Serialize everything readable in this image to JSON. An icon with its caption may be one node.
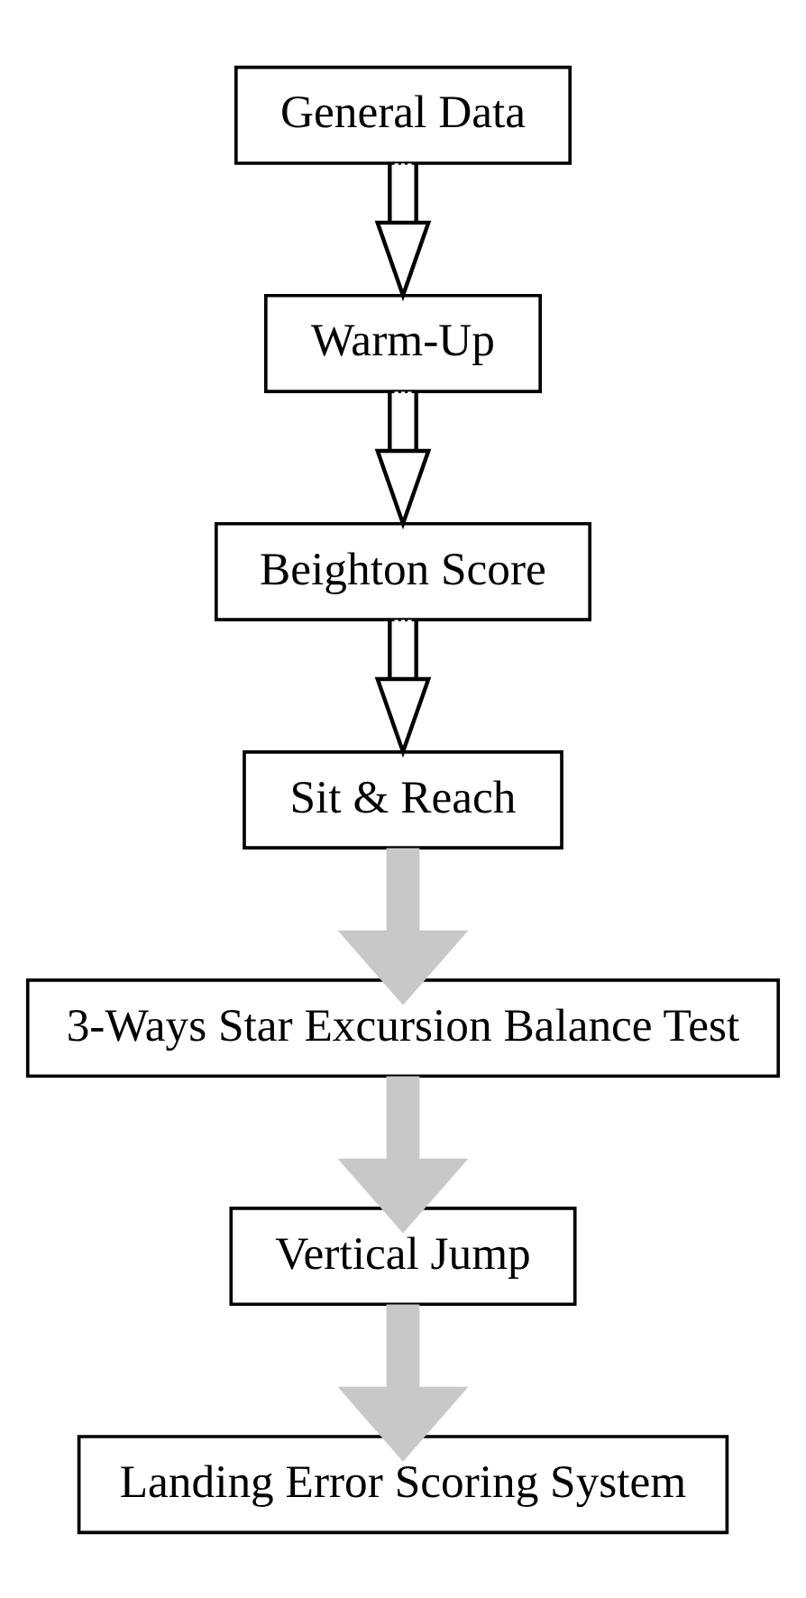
{
  "diagram": {
    "nodes": [
      {
        "text": [
          "General Data"
        ]
      },
      {
        "text": [
          "Warm-Up"
        ]
      },
      {
        "text": [
          "Beighton Score"
        ]
      },
      {
        "text": [
          "Sit & Reach"
        ]
      },
      {
        "text": [
          "3-Ways Star Excursion Balance Test"
        ]
      },
      {
        "text": [
          "Vertical Jump"
        ]
      },
      {
        "text": [
          "Landing Error Scoring System"
        ]
      }
    ],
    "edges": [
      {
        "from": 0,
        "to": 1,
        "arrow": "to"
      },
      {
        "from": 1,
        "to": 2,
        "arrow": "to"
      },
      {
        "from": 2,
        "to": 3,
        "arrow": "to"
      },
      {
        "from": 3,
        "to": 4,
        "arrow": "to",
        "style": "thick",
        "color": "#c8c8c8"
      },
      {
        "from": 4,
        "to": 5,
        "arrow": "to",
        "style": "thick",
        "color": "#c8c8c8"
      },
      {
        "from": 5,
        "to": 6,
        "arrow": "to",
        "style": "thick",
        "color": "#c8c8c8"
      }
    ]
  }
}
